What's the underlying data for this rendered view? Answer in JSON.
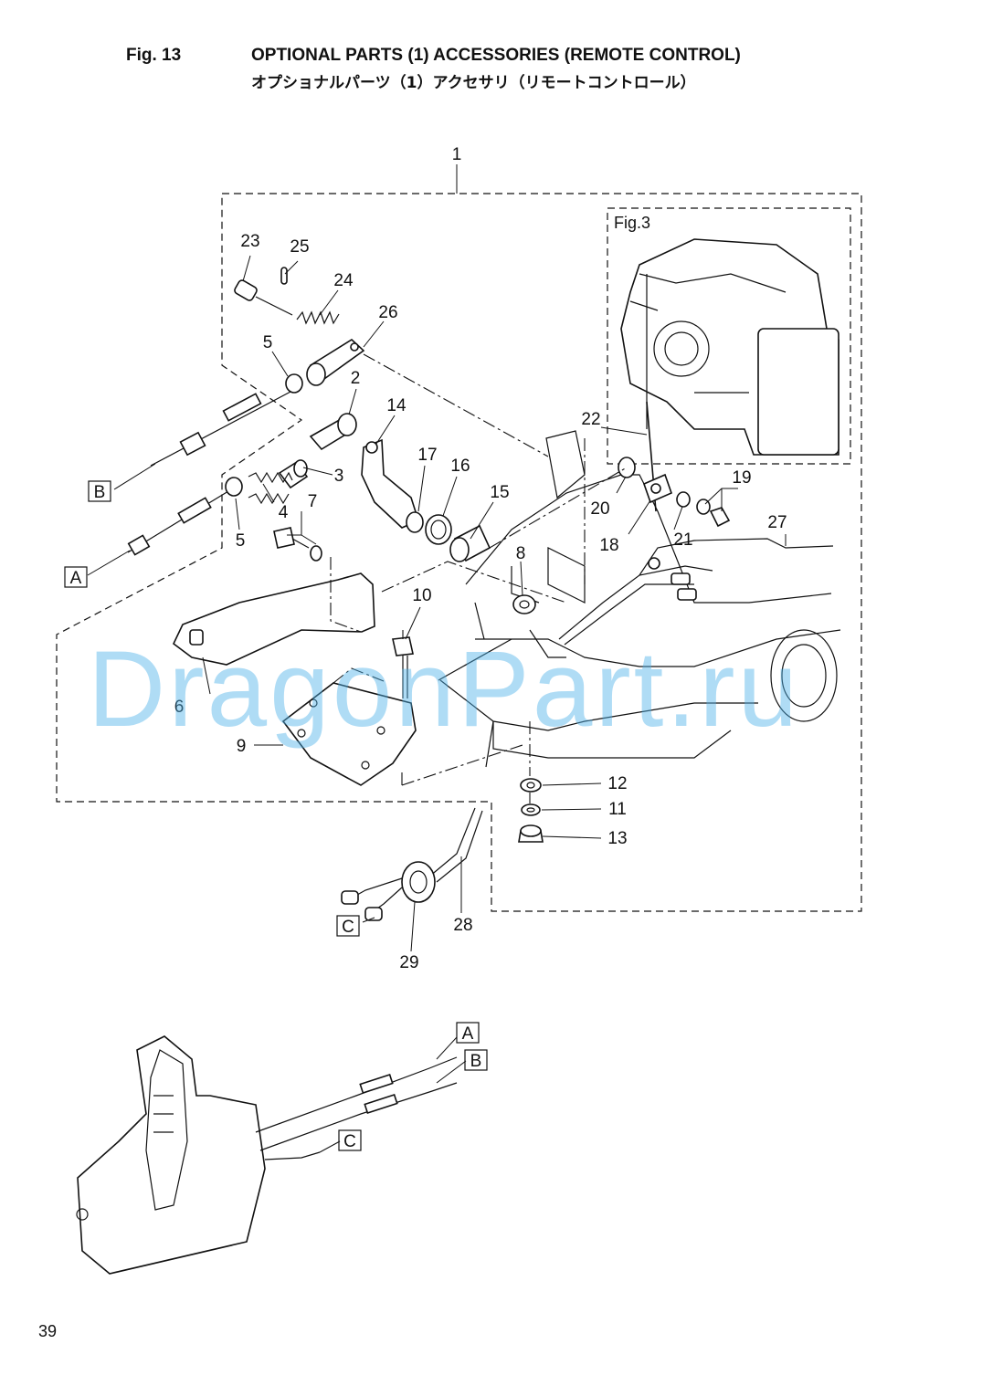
{
  "header": {
    "fig_label": "Fig. 13",
    "title_en": "OPTIONAL PARTS (1) ACCESSORIES (REMOTE CONTROL)",
    "title_ja": "オプショナルパーツ（1）アクセサリ（リモートコントロール）"
  },
  "diagram": {
    "inset_ref": "Fig.3",
    "watermark": "DragonPart.ru",
    "connectors": [
      "A",
      "B",
      "C"
    ],
    "callouts": {
      "c1": "1",
      "c2": "2",
      "c3": "3",
      "c4": "4",
      "c5a": "5",
      "c5b": "5",
      "c6": "6",
      "c7": "7",
      "c8": "8",
      "c9": "9",
      "c10": "10",
      "c11": "11",
      "c12": "12",
      "c13": "13",
      "c14": "14",
      "c15": "15",
      "c16": "16",
      "c17": "17",
      "c18": "18",
      "c19": "19",
      "c20": "20",
      "c21": "21",
      "c22": "22",
      "c23": "23",
      "c24": "24",
      "c25": "25",
      "c26": "26",
      "c27": "27",
      "c28": "28",
      "c29": "29"
    }
  },
  "footer": {
    "page_number": "39"
  }
}
